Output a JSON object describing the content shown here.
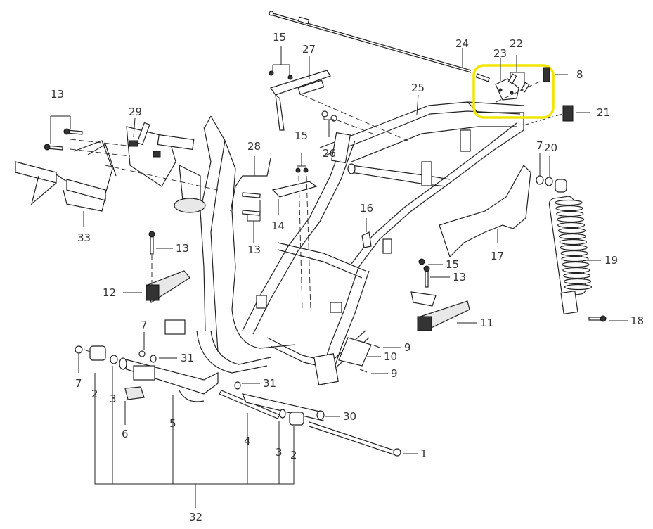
{
  "diagram": {
    "title": "Frame assembly exploded parts diagram",
    "highlight_color": "#f2e600",
    "highlight_target": "Part 22/23 latch bracket region",
    "callouts": [
      {
        "id": "c1",
        "number": "1",
        "part": "axle-bolt"
      },
      {
        "id": "c2a",
        "number": "2",
        "part": "bushing-left"
      },
      {
        "id": "c2b",
        "number": "2",
        "part": "bushing-right"
      },
      {
        "id": "c3a",
        "number": "3",
        "part": "washer-left"
      },
      {
        "id": "c3b",
        "number": "3",
        "part": "washer-right"
      },
      {
        "id": "c4",
        "number": "4",
        "part": "sleeve"
      },
      {
        "id": "c5",
        "number": "5",
        "part": "engine-hanger"
      },
      {
        "id": "c6",
        "number": "6",
        "part": "rubber-stopper"
      },
      {
        "id": "c7a",
        "number": "7",
        "part": "nut-left"
      },
      {
        "id": "c7b",
        "number": "7",
        "part": "nut-hanger"
      },
      {
        "id": "c7c",
        "number": "7",
        "part": "nut-shock"
      },
      {
        "id": "c8",
        "number": "8",
        "part": "rubber-pad"
      },
      {
        "id": "c9a",
        "number": "9",
        "part": "screw-upper"
      },
      {
        "id": "c9b",
        "number": "9",
        "part": "screw-lower"
      },
      {
        "id": "c10",
        "number": "10",
        "part": "bracket-plate"
      },
      {
        "id": "c11",
        "number": "11",
        "part": "footrest-right"
      },
      {
        "id": "c12",
        "number": "12",
        "part": "footrest-left"
      },
      {
        "id": "c13a",
        "number": "13",
        "part": "bolt-rack"
      },
      {
        "id": "c13b",
        "number": "13",
        "part": "bolt-footrest-left"
      },
      {
        "id": "c13c",
        "number": "13",
        "part": "bolt-bracket-28"
      },
      {
        "id": "c13d",
        "number": "13",
        "part": "bolt-footrest-right"
      },
      {
        "id": "c14",
        "number": "14",
        "part": "bracket"
      },
      {
        "id": "c15a",
        "number": "15",
        "part": "bolts-bracket-27"
      },
      {
        "id": "c15b",
        "number": "15",
        "part": "bolts-bracket-14"
      },
      {
        "id": "c15c",
        "number": "15",
        "part": "bolt-right"
      },
      {
        "id": "c16",
        "number": "16",
        "part": "clip"
      },
      {
        "id": "c17",
        "number": "17",
        "part": "mud-guard"
      },
      {
        "id": "c18",
        "number": "18",
        "part": "shock-bolt"
      },
      {
        "id": "c19",
        "number": "19",
        "part": "rear-shock-absorber"
      },
      {
        "id": "c20",
        "number": "20",
        "part": "washer-shock"
      },
      {
        "id": "c21",
        "number": "21",
        "part": "rubber-block"
      },
      {
        "id": "c22",
        "number": "22",
        "part": "screws-latch"
      },
      {
        "id": "c23",
        "number": "23",
        "part": "seat-latch"
      },
      {
        "id": "c24",
        "number": "24",
        "part": "seat-cable"
      },
      {
        "id": "c25",
        "number": "25",
        "part": "frame"
      },
      {
        "id": "c26",
        "number": "26",
        "part": "nuts"
      },
      {
        "id": "c27",
        "number": "27",
        "part": "bracket-upper"
      },
      {
        "id": "c28",
        "number": "28",
        "part": "bracket-wire"
      },
      {
        "id": "c29",
        "number": "29",
        "part": "head-bracket"
      },
      {
        "id": "c30",
        "number": "30",
        "part": "collar-nut"
      },
      {
        "id": "c31a",
        "number": "31",
        "part": "washer-upper"
      },
      {
        "id": "c31b",
        "number": "31",
        "part": "washer-lower"
      },
      {
        "id": "c32",
        "number": "32",
        "part": "engine-hanger-assy"
      },
      {
        "id": "c33",
        "number": "33",
        "part": "front-carrier"
      }
    ]
  }
}
